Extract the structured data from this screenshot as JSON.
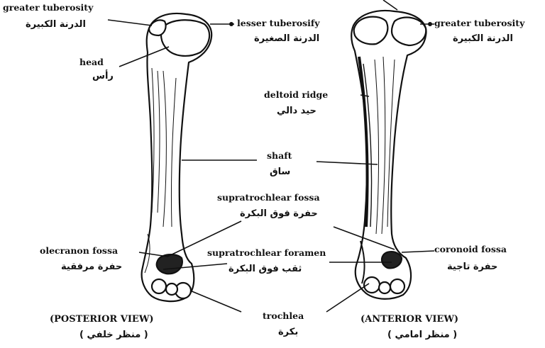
{
  "labels": {
    "greater_tuberosity_left": {
      "en": "greater tuberosity",
      "ar": "الدرنة الكبيرة"
    },
    "head": {
      "en": "head",
      "ar": "رأس"
    },
    "lesser_tuberosity": {
      "en": "lesser tuberosify",
      "ar": "الدرنة الصغيرة"
    },
    "greater_tuberosity_right": {
      "en": "greater tuberosity",
      "ar": "الدرنة الكبيرة"
    },
    "deltoid_ridge": {
      "en": "deltoid ridge",
      "ar": "حيد دالي"
    },
    "shaft": {
      "en": "shaft",
      "ar": "ساق"
    },
    "supratrochlear_fossa": {
      "en": "supratrochlear fossa",
      "ar": "حفرة فوق البكرة"
    },
    "olecranon_fossa": {
      "en": "olecranon fossa",
      "ar": "حفرة مرفقية"
    },
    "supratrochlear_foramen": {
      "en": "supratrochlear foramen",
      "ar": "ثقب فوق البكرة"
    },
    "coronoid_fossa": {
      "en": "coronoid fossa",
      "ar": "حفرة تاجية"
    },
    "trochlea": {
      "en": "trochlea",
      "ar": "بكرة"
    }
  },
  "views": {
    "posterior": {
      "en": "(POSTERIOR VIEW)",
      "ar": "( منظر خلفي )"
    },
    "anterior": {
      "en": "(ANTERIOR VIEW)",
      "ar": "( منظر امامي )"
    }
  },
  "colors": {
    "ink": "#111111",
    "bone_fill": "#ffffff",
    "background": "#ffffff"
  }
}
